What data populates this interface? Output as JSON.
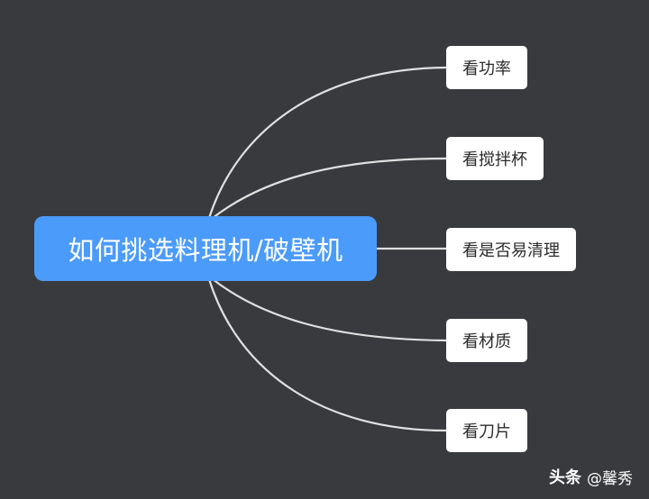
{
  "colors": {
    "background": "#383a3e",
    "root_fill": "#4b9bfa",
    "branch_fill": "#ffffff",
    "connector": "#e0e0e0"
  },
  "root": {
    "label": "如何挑选料理机/破壁机"
  },
  "branches": [
    {
      "label": "看功率"
    },
    {
      "label": "看搅拌杯"
    },
    {
      "label": "看是否易清理"
    },
    {
      "label": "看材质"
    },
    {
      "label": "看刀片"
    }
  ],
  "watermark": {
    "brand": "头条",
    "handle": "@馨秀"
  }
}
